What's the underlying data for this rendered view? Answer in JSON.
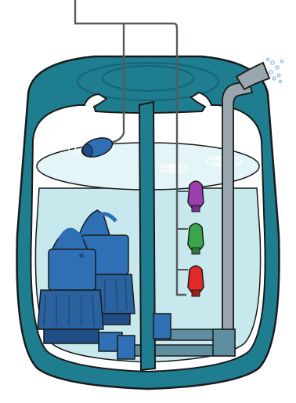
{
  "diagram": {
    "subject": "sewage-lift-station-cutaway",
    "colors": {
      "tank_shell": "#1f7d90",
      "tank_inner_wall": "#ffffff",
      "water_fill": "#c7e9ee",
      "water_surface": "#e4f5f7",
      "pump_body": "#2f6fb3",
      "pump_dark": "#1f4f86",
      "pipe": "#5e8ea0",
      "discharge_pipe": "#9aa6ad",
      "outline": "#1a1a1a",
      "float_top": "#9b3fb0",
      "float_middle": "#3aa54a",
      "float_bottom": "#e02a2a",
      "level_sensor": "#2f6fb3",
      "inflow_spray": "#7fb4e6"
    },
    "components": [
      {
        "name": "level-sensor-bell",
        "icon": "float-bell"
      },
      {
        "name": "float-switch-top",
        "icon": "float-switch",
        "color_key": "float_top"
      },
      {
        "name": "float-switch-middle",
        "icon": "float-switch",
        "color_key": "float_middle"
      },
      {
        "name": "float-switch-bottom",
        "icon": "float-switch",
        "color_key": "float_bottom"
      },
      {
        "name": "submersible-pump-left",
        "icon": "pump"
      },
      {
        "name": "submersible-pump-right",
        "icon": "pump"
      },
      {
        "name": "inlet-pipe",
        "icon": "pipe"
      },
      {
        "name": "discharge-riser",
        "icon": "pipe"
      }
    ]
  }
}
